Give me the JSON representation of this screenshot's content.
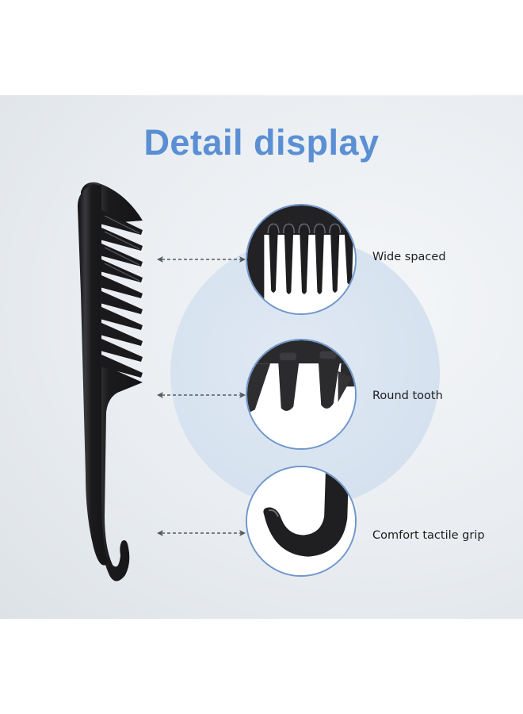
{
  "title": "Detail display",
  "colors": {
    "title": "#5b8fd4",
    "inset_border": "#6f97cc",
    "comb": "#1c1c1e",
    "panel_background": "#e9edf1",
    "big_circle": "#d6e2f0",
    "arrow": "#555a60"
  },
  "product": {
    "icon": "wide-tooth-hook-comb"
  },
  "features": [
    {
      "label": "Wide spaced",
      "icon": "comb-teeth-closeup"
    },
    {
      "label": "Round tooth",
      "icon": "round-tooth-closeup"
    },
    {
      "label": "Comfort tactile grip",
      "icon": "hook-grip-closeup"
    }
  ]
}
